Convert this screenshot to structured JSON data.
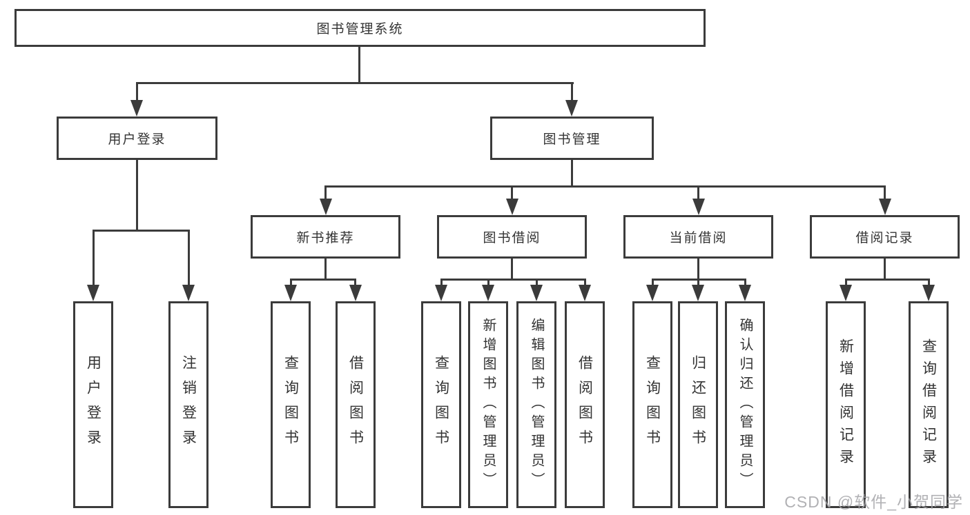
{
  "diagram": {
    "root": {
      "label": "图书管理系统"
    },
    "level2": [
      {
        "label": "用户登录"
      },
      {
        "label": "图书管理"
      }
    ],
    "level3": [
      {
        "label": "新书推荐"
      },
      {
        "label": "图书借阅"
      },
      {
        "label": "当前借阅"
      },
      {
        "label": "借阅记录"
      }
    ],
    "leaves": {
      "login": [
        {
          "label": "用户登录"
        },
        {
          "label": "注销登录"
        }
      ],
      "recommend": [
        {
          "label": "查询图书"
        },
        {
          "label": "借阅图书"
        }
      ],
      "borrow": [
        {
          "label": "查询图书"
        },
        {
          "label": "新增图书（管理员）"
        },
        {
          "label": "编辑图书（管理员）"
        },
        {
          "label": "借阅图书"
        }
      ],
      "current": [
        {
          "label": "查询图书"
        },
        {
          "label": "归还图书"
        },
        {
          "label": "确认归还（管理员）"
        }
      ],
      "records": [
        {
          "label": "新增借阅记录"
        },
        {
          "label": "查询借阅记录"
        }
      ]
    }
  },
  "watermark": {
    "text": "CSDN @软件_小贺同学"
  },
  "colors": {
    "line": "#3b3b3b",
    "text": "#333333",
    "background": "#ffffff",
    "watermark": "#a4a4a8"
  }
}
